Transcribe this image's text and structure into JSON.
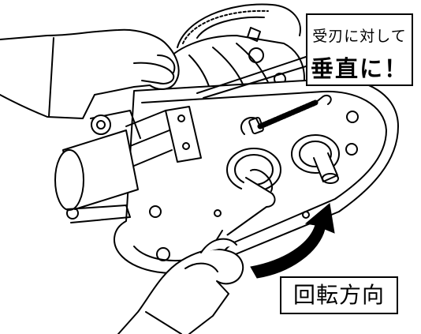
{
  "callout": {
    "line1": "受刃に対して",
    "line2": "垂直に！"
  },
  "rotation_label": "回転方向",
  "colors": {
    "ink": "#000000",
    "paper": "#ffffff",
    "arrow": "#000000",
    "glove_shade": "#d9d9d9"
  },
  "icons": {
    "rotation_arrow": "curved-arrow-up-right-icon"
  }
}
